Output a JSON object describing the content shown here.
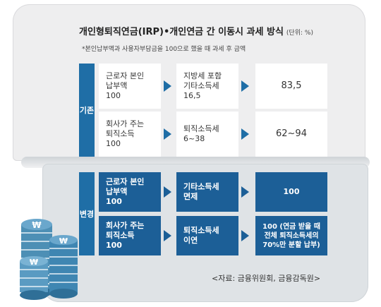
{
  "title": "개인형퇴직연금(IRP)•개인연금 간 이동시 과세 방식",
  "unit": "(단위: %)",
  "note": "*본인납부액과 사용자부담금을 100으로 했을 때 과세 후 금액",
  "before": {
    "label": "기존",
    "rows": [
      {
        "left": [
          "근로자 본인",
          "납부액",
          "100"
        ],
        "middle": [
          "지방세 포함",
          "기타소득세",
          "16,5"
        ],
        "right": "83,5"
      },
      {
        "left": [
          "회사가 주는",
          "퇴직소득",
          "100"
        ],
        "middle": [
          "퇴직소득세",
          "6~38"
        ],
        "right": "62~94"
      }
    ]
  },
  "after": {
    "label": "변경",
    "rows": [
      {
        "left": [
          "근로자 본인",
          "납부액",
          "100"
        ],
        "middle": [
          "기타소득세",
          "면제"
        ],
        "right": [
          "100"
        ]
      },
      {
        "left": [
          "회사가 주는",
          "퇴직소득",
          "100"
        ],
        "middle": [
          "퇴직소득세",
          "이연"
        ],
        "right": [
          "100 (연금 받을 때",
          "전체 퇴직소득세의",
          "70%만 분할 납부)"
        ]
      }
    ]
  },
  "source": "<자료: 금융위원회, 금융감독원>",
  "colors": {
    "accent": "#1f6ea6",
    "dark_blue": "#1c5f97",
    "page": "#eeeeef",
    "page_bottom": "#dfe3e6"
  },
  "coin_icon": "won-coin-stack-icon"
}
